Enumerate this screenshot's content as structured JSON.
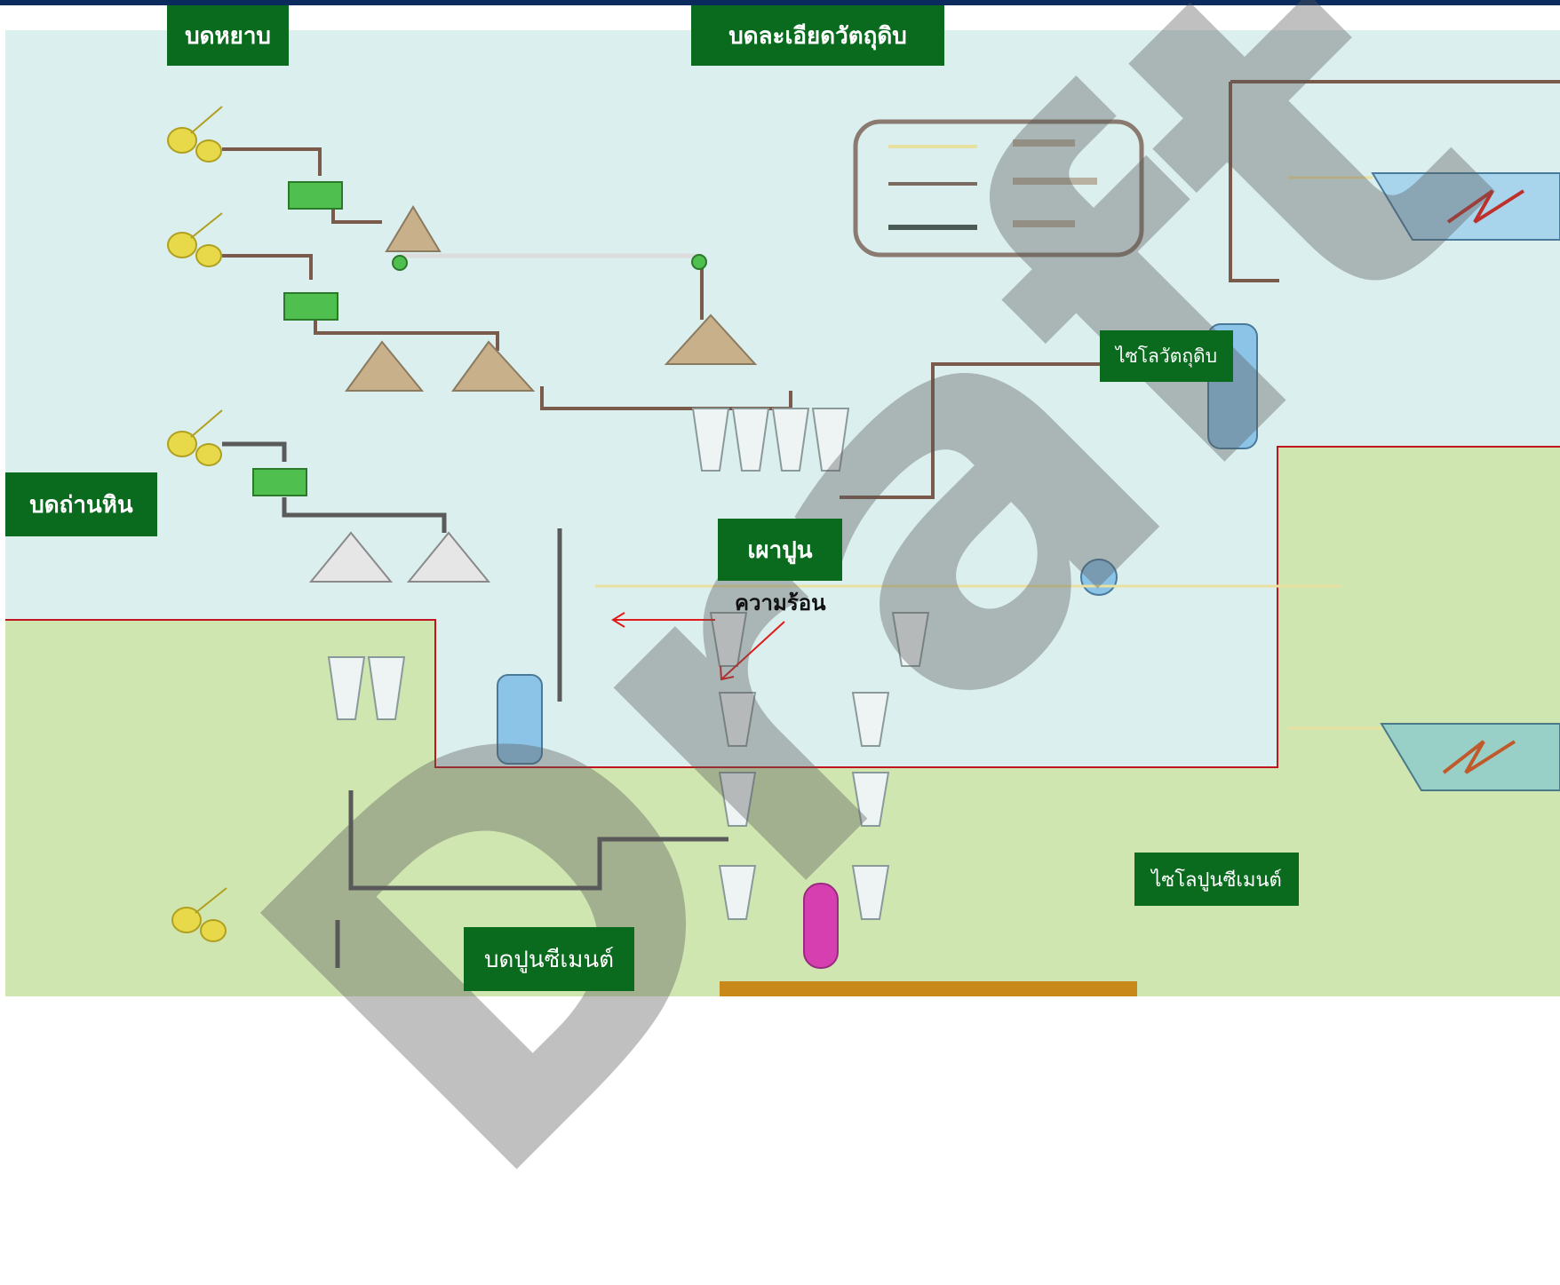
{
  "labels": {
    "grind_gypsum": "บดหยาบ",
    "fine_grind_raw": "บดละเอียดวัตถุดิบ",
    "grind_coal": "บดถ่านหิน",
    "kiln_burn": "เผาปูน",
    "heat": "ความร้อน",
    "raw_silo": "ไซโลวัตถุดิบ",
    "cement_silo": "ไซโลปูนซีเมนต์",
    "cement_grind": "บดปูนซีเมนต์"
  },
  "watermark": "Draft",
  "colors": {
    "label_bg": "#0a6b1e",
    "top_bar": "#0b2a5e",
    "zone_light_blue": "#dcefef",
    "zone_light_green": "#cfe6b0",
    "boundary_red": "#c0151e",
    "arrow_red": "#e01b1b",
    "pipe_brown": "#7a5a4a",
    "pipe_gray": "#5a5a5a",
    "silo_blue": "#8cc4e8",
    "kiln_magenta": "#d63fb0",
    "crane_yellow": "#e8d94a"
  },
  "icons": [
    "crane-icon",
    "silo-icon",
    "cyclone-icon",
    "kiln-icon",
    "hopper-icon",
    "legend-box"
  ]
}
